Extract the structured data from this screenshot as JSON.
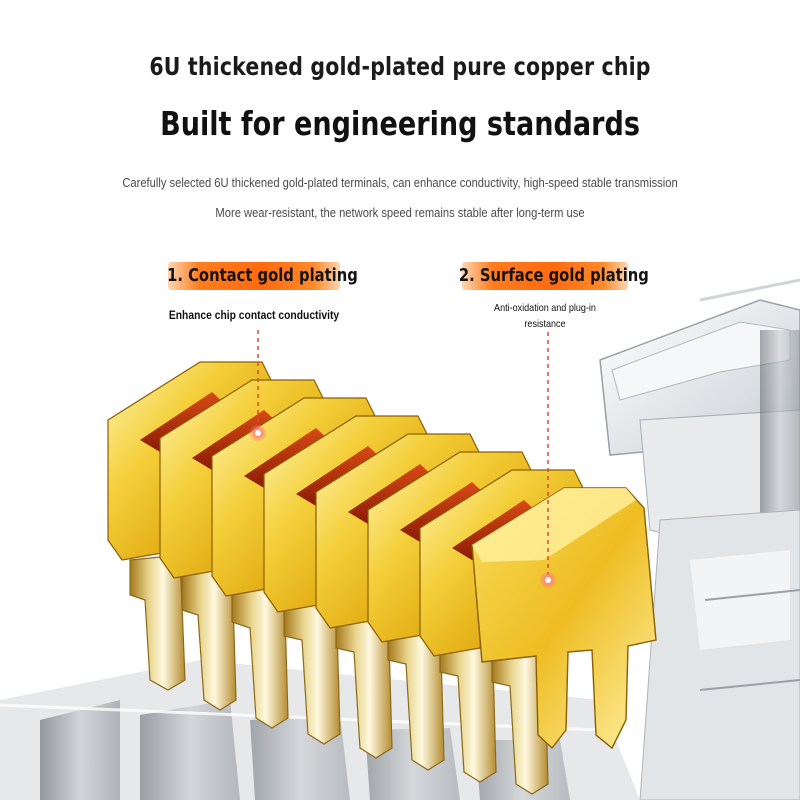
{
  "header": {
    "title": "6U thickened gold-plated pure copper chip",
    "headline": "Built for engineering standards",
    "description_line1": "Carefully selected 6U thickened gold-plated terminals, can enhance conductivity, high-speed stable transmission",
    "description_line2": "More wear-resistant, the network speed remains stable after long-term use"
  },
  "callouts": [
    {
      "title": "1. Contact gold plating",
      "description": "Enhance chip contact conductivity"
    },
    {
      "title": "2. Surface gold plating",
      "description_line1": "Anti-oxidation and plug-in",
      "description_line2": "resistance"
    }
  ],
  "colors": {
    "gold_light": "#fff3a8",
    "gold_mid": "#e9b414",
    "gold_dark": "#b07a05",
    "copper_red": "#c0330f",
    "callout_orange": "#ff6a10",
    "leader_red": "#e0483a"
  }
}
